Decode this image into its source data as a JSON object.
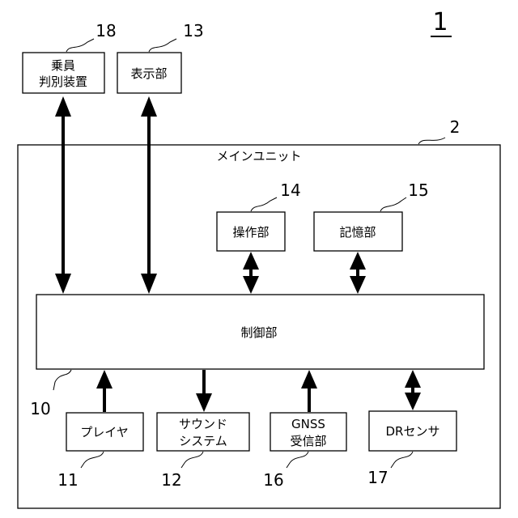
{
  "figure_number": "1",
  "main_unit": {
    "label": "メインユニット",
    "ref": "2"
  },
  "control": {
    "label": "制御部",
    "ref": "10"
  },
  "top_left_box": {
    "line1": "乗員",
    "line2": "判別装置",
    "ref": "18"
  },
  "display": {
    "label": "表示部",
    "ref": "13"
  },
  "operation": {
    "label": "操作部",
    "ref": "14"
  },
  "storage": {
    "label": "記憶部",
    "ref": "15"
  },
  "player": {
    "label": "プレイヤ",
    "ref": "11"
  },
  "sound": {
    "line1": "サウンド",
    "line2": "システム",
    "ref": "12"
  },
  "gnss": {
    "line1": "GNSS",
    "line2": "受信部",
    "ref": "16"
  },
  "dr_sensor": {
    "label": "DRセンサ",
    "ref": "17"
  }
}
